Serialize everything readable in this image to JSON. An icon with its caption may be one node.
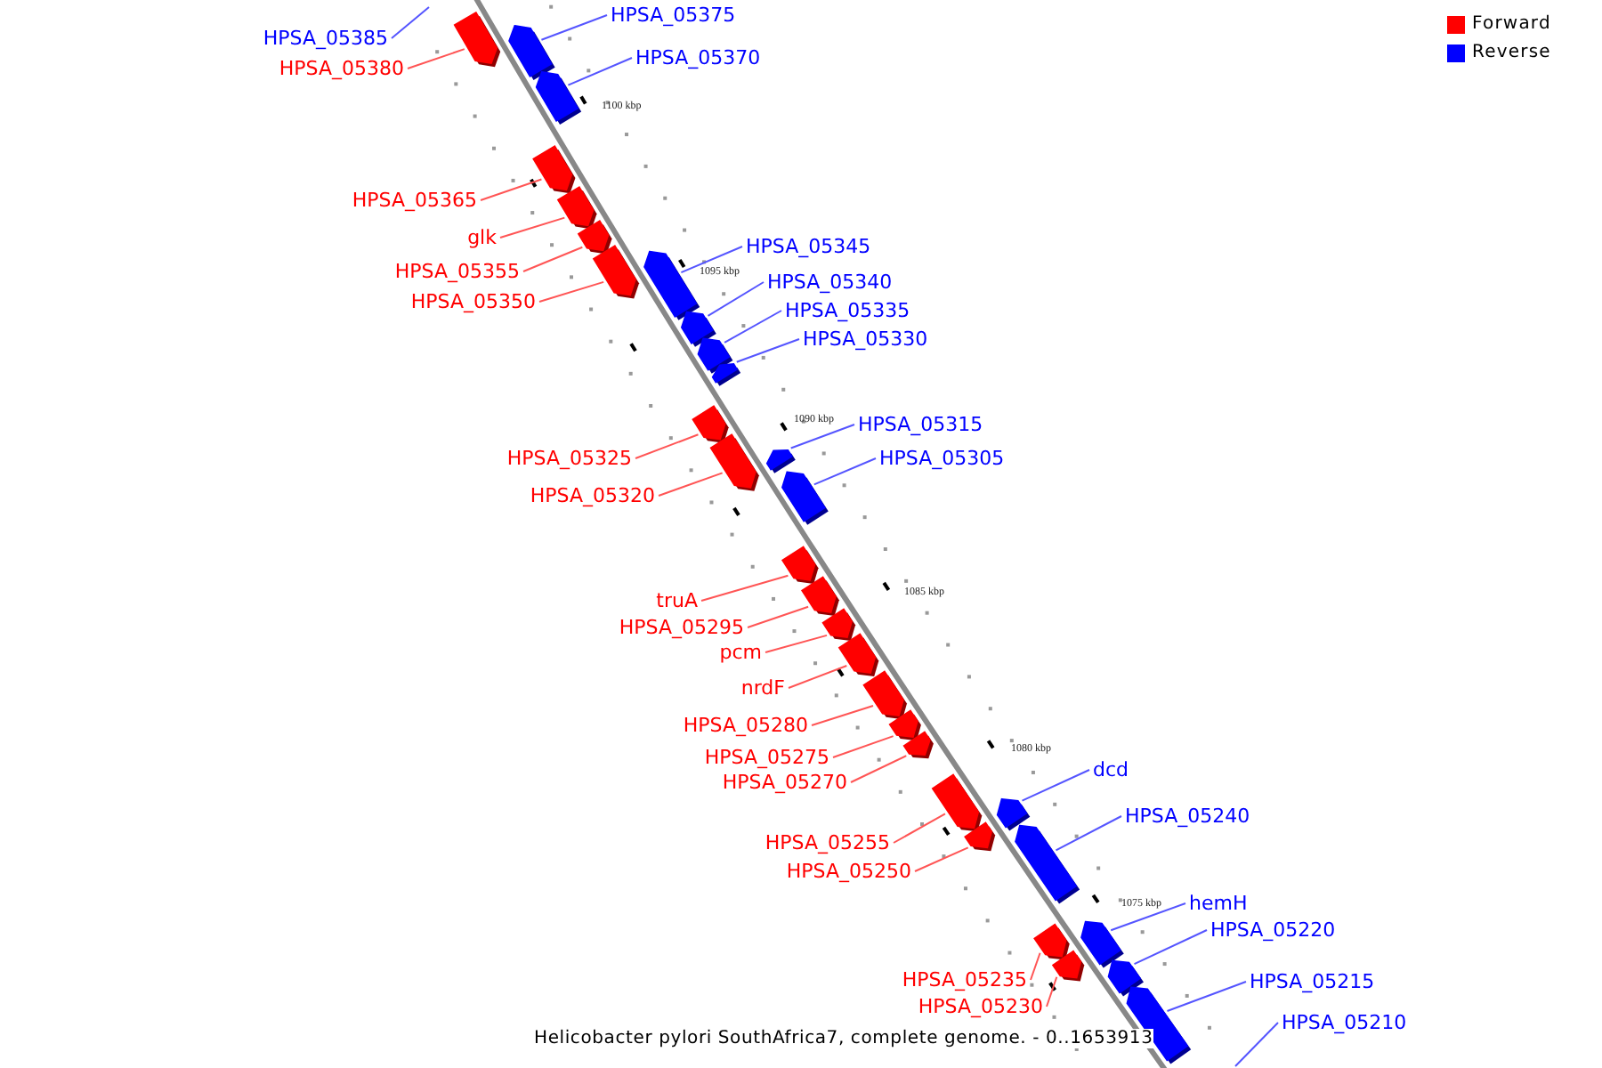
{
  "diagram": {
    "caption": "Helicobacter pylori SouthAfrica7, complete genome. - 0..1653913",
    "nodes": [
      {
        "text": [
          "HPSA_05385"
        ]
      },
      {
        "text": [
          "HPSA_05375"
        ]
      },
      {
        "text": [],
        "shape": "bar"
      },
      {
        "text": [
          "HPSA_05380"
        ]
      },
      {
        "text": [],
        "shape": "bar"
      },
      {
        "text": [
          "HPSA_05370"
        ]
      },
      {
        "text": [],
        "shape": "bar"
      },
      {
        "text": [
          "HPSA_05365"
        ]
      },
      {
        "text": [],
        "shape": "bar"
      },
      {
        "text": [
          "glk"
        ]
      },
      {
        "text": [],
        "shape": "bar"
      },
      {
        "text": [
          "HPSA_05355"
        ]
      },
      {
        "text": [],
        "shape": "bar"
      },
      {
        "text": [
          "HPSA_05350"
        ]
      },
      {
        "text": [],
        "shape": "bar"
      },
      {
        "text": [
          "HPSA_05345"
        ]
      },
      {
        "text": [],
        "shape": "bar"
      },
      {
        "text": [
          "HPSA_05340"
        ]
      },
      {
        "text": [],
        "shape": "bar"
      },
      {
        "text": [
          "HPSA_05335"
        ]
      },
      {
        "text": [],
        "shape": "bar"
      },
      {
        "text": [
          "HPSA_05330"
        ]
      },
      {
        "text": [],
        "shape": "bar"
      },
      {
        "text": [
          "HPSA_05325"
        ]
      },
      {
        "text": [],
        "shape": "bar"
      },
      {
        "text": [
          "HPSA_05320"
        ]
      },
      {
        "text": [],
        "shape": "bar"
      },
      {
        "text": [
          "HPSA_05315"
        ]
      },
      {
        "text": [],
        "shape": "bar"
      },
      {
        "text": [
          "HPSA_05305"
        ]
      },
      {
        "text": [],
        "shape": "bar"
      },
      {
        "text": [
          "truA"
        ]
      },
      {
        "text": [],
        "shape": "bar"
      },
      {
        "text": [
          "HPSA_05295"
        ]
      },
      {
        "text": [],
        "shape": "bar"
      },
      {
        "text": [
          "pcm"
        ]
      },
      {
        "text": [],
        "shape": "bar"
      },
      {
        "text": [
          "nrdF"
        ]
      },
      {
        "text": [],
        "shape": "bar"
      },
      {
        "text": [
          "HPSA_05280"
        ]
      },
      {
        "text": [],
        "shape": "bar"
      },
      {
        "text": [
          "HPSA_05275"
        ]
      },
      {
        "text": [],
        "shape": "bar"
      },
      {
        "text": [
          "HPSA_05270"
        ]
      },
      {
        "text": [],
        "shape": "bar"
      },
      {
        "text": [
          "HPSA_05255"
        ]
      },
      {
        "text": [],
        "shape": "bar"
      },
      {
        "text": [
          "HPSA_05250"
        ]
      },
      {
        "text": [],
        "shape": "bar"
      },
      {
        "text": [
          "dcd"
        ]
      },
      {
        "text": [],
        "shape": "bar"
      },
      {
        "text": [
          "HPSA_05240"
        ]
      },
      {
        "text": [],
        "shape": "bar"
      },
      {
        "text": [
          "HPSA_05235"
        ]
      },
      {
        "text": [],
        "shape": "bar"
      },
      {
        "text": [
          "HPSA_05230"
        ]
      },
      {
        "text": [],
        "shape": "bar"
      },
      {
        "text": [
          "hemH"
        ]
      },
      {
        "text": [],
        "shape": "bar"
      },
      {
        "text": [
          "HPSA_05220"
        ]
      },
      {
        "text": [],
        "shape": "bar"
      },
      {
        "text": [
          "HPSA_05215"
        ]
      },
      {
        "text": [],
        "shape": "bar"
      },
      {
        "text": [
          "HPSA_05210"
        ]
      }
    ],
    "edges": [
      {
        "from": 0,
        "to": null,
        "arrow": "none",
        "color": "#5555ff"
      },
      {
        "from": 1,
        "to": 2,
        "arrow": "none",
        "color": "#5555ff"
      },
      {
        "from": 3,
        "to": 4,
        "arrow": "none",
        "color": "#ff5555"
      },
      {
        "from": 5,
        "to": 6,
        "arrow": "none",
        "color": "#5555ff"
      },
      {
        "from": 7,
        "to": 8,
        "arrow": "none",
        "color": "#ff5555"
      },
      {
        "from": 9,
        "to": 10,
        "arrow": "none",
        "color": "#ff5555"
      },
      {
        "from": 11,
        "to": 12,
        "arrow": "none",
        "color": "#ff5555"
      },
      {
        "from": 13,
        "to": 14,
        "arrow": "none",
        "color": "#ff5555"
      },
      {
        "from": 15,
        "to": 16,
        "arrow": "none",
        "color": "#5555ff"
      },
      {
        "from": 17,
        "to": 18,
        "arrow": "none",
        "color": "#5555ff"
      },
      {
        "from": 19,
        "to": 20,
        "arrow": "none",
        "color": "#5555ff"
      },
      {
        "from": 21,
        "to": 22,
        "arrow": "none",
        "color": "#5555ff"
      },
      {
        "from": 23,
        "to": 24,
        "arrow": "none",
        "color": "#ff5555"
      },
      {
        "from": 25,
        "to": 26,
        "arrow": "none",
        "color": "#ff5555"
      },
      {
        "from": 27,
        "to": 28,
        "arrow": "none",
        "color": "#5555ff"
      },
      {
        "from": 29,
        "to": 30,
        "arrow": "none",
        "color": "#5555ff"
      },
      {
        "from": 31,
        "to": 32,
        "arrow": "none",
        "color": "#ff5555"
      },
      {
        "from": 33,
        "to": 34,
        "arrow": "none",
        "color": "#ff5555"
      },
      {
        "from": 35,
        "to": 36,
        "arrow": "none",
        "color": "#ff5555"
      },
      {
        "from": 37,
        "to": 38,
        "arrow": "none",
        "color": "#ff5555"
      },
      {
        "from": 39,
        "to": 40,
        "arrow": "none",
        "color": "#ff5555"
      },
      {
        "from": 41,
        "to": 42,
        "arrow": "none",
        "color": "#ff5555"
      },
      {
        "from": 43,
        "to": 44,
        "arrow": "none",
        "color": "#ff5555"
      },
      {
        "from": 45,
        "to": 46,
        "arrow": "none",
        "color": "#ff5555"
      },
      {
        "from": 47,
        "to": 48,
        "arrow": "none",
        "color": "#ff5555"
      },
      {
        "from": 49,
        "to": 50,
        "arrow": "none",
        "color": "#5555ff"
      },
      {
        "from": 51,
        "to": 52,
        "arrow": "none",
        "color": "#5555ff"
      },
      {
        "from": 53,
        "to": 54,
        "arrow": "none",
        "color": "#ff5555"
      },
      {
        "from": 55,
        "to": 56,
        "arrow": "none",
        "color": "#ff5555"
      },
      {
        "from": 57,
        "to": 58,
        "arrow": "none",
        "color": "#5555ff"
      },
      {
        "from": 59,
        "to": 60,
        "arrow": "none",
        "color": "#5555ff"
      },
      {
        "from": 61,
        "to": 62,
        "arrow": "none",
        "color": "#5555ff"
      },
      {
        "from": 63,
        "to": null,
        "arrow": "none",
        "color": "#5555ff"
      }
    ],
    "labels": [
      "1100 kbp",
      "1095 kbp",
      "1090 kbp",
      "1085 kbp",
      "1080 kbp",
      "1075 kbp"
    ],
    "legend": [
      {
        "text": "Forward",
        "color": "#ff0000"
      },
      {
        "text": "Reverse",
        "color": "#0000ff"
      }
    ]
  }
}
